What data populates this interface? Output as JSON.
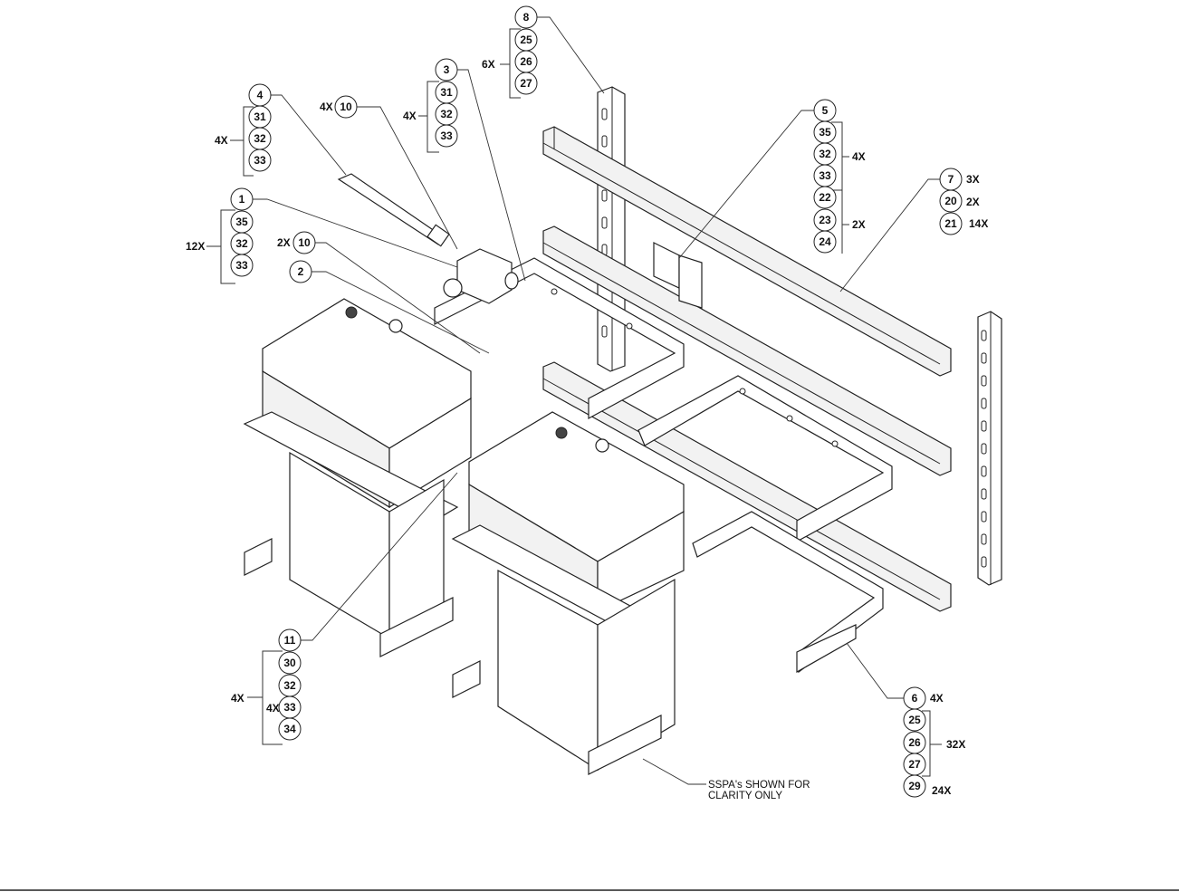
{
  "title": "SSPA mounting assembly exploded view",
  "callouts": {
    "g8": {
      "items": [
        "8",
        "25",
        "26",
        "27"
      ],
      "qty": "6X"
    },
    "g3": {
      "items": [
        "3",
        "31",
        "32",
        "33"
      ],
      "qty": "4X"
    },
    "g4": {
      "items": [
        "4",
        "31",
        "32",
        "33"
      ],
      "qty": "4X"
    },
    "g10a": {
      "item": "10",
      "qty": "4X"
    },
    "g1": {
      "items": [
        "1",
        "35",
        "32",
        "33"
      ],
      "qty": "12X"
    },
    "g10b": {
      "item": "10",
      "qty": "2X"
    },
    "g2": {
      "item": "2"
    },
    "g5": {
      "items": [
        "5",
        "35",
        "32",
        "33",
        "22",
        "23",
        "24"
      ],
      "qty_upper": "4X",
      "qty_lower": "2X"
    },
    "g7": {
      "items": [
        "7",
        "20",
        "21"
      ],
      "qtys": [
        "3X",
        "2X",
        "14X"
      ]
    },
    "g11": {
      "items": [
        "11",
        "30",
        "32",
        "33",
        "34"
      ],
      "qty_outer": "4X",
      "qty_inner": "4X"
    },
    "g6": {
      "items": [
        "6",
        "25",
        "26",
        "27",
        "29"
      ],
      "qty_6": "4X",
      "qty_bracket": "32X",
      "qty_29": "24X"
    }
  },
  "note": {
    "line1": "SSPA's SHOWN FOR",
    "line2": "CLARITY ONLY"
  },
  "colors": {
    "line": "#222222",
    "background": "#ffffff"
  }
}
